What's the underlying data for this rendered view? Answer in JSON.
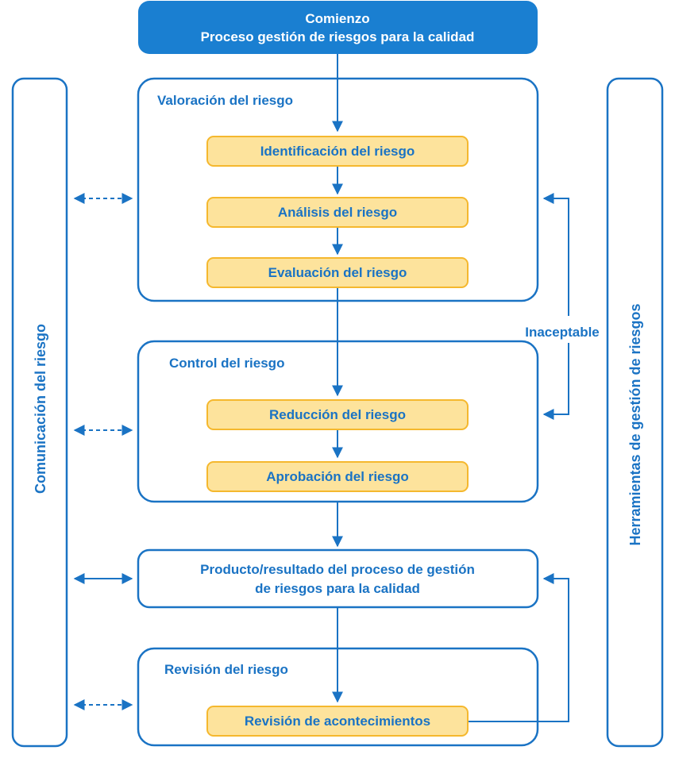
{
  "start": {
    "line1": "Comienzo",
    "line2": "Proceso gestión de riesgos para la calidad"
  },
  "sides": {
    "left": "Comunicación del riesgo",
    "right": "Herramientas de gestión de riesgos"
  },
  "groups": {
    "assessment": {
      "title": "Valoración del riesgo",
      "steps": [
        "Identificación del riesgo",
        "Análisis del riesgo",
        "Evaluación del riesgo"
      ]
    },
    "control": {
      "title": "Control del riesgo",
      "steps": [
        "Reducción del riesgo",
        "Aprobación del riesgo"
      ]
    },
    "output": {
      "line1": "Producto/resultado del proceso de gestión",
      "line2": "de riesgos para la calidad"
    },
    "review": {
      "title": "Revisión del riesgo",
      "steps": [
        "Revisión de acontecimientos"
      ]
    }
  },
  "feedback_label": "Inaceptable",
  "colors": {
    "blue": "#1a73c4",
    "header_fill": "#1a7fd1",
    "step_fill": "#fde39c",
    "step_border": "#f5b82e"
  }
}
